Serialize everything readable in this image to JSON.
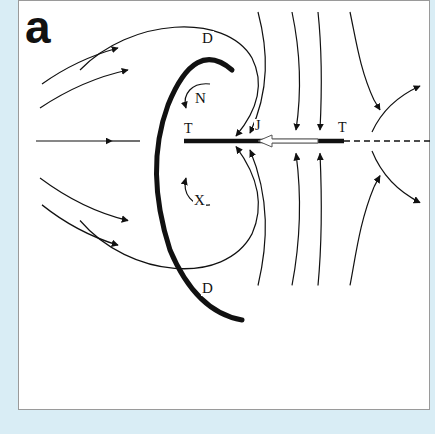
{
  "diagram": {
    "labels": [
      "a",
      "D",
      "N",
      "T",
      "J",
      "T",
      "X",
      "D"
    ]
  }
}
